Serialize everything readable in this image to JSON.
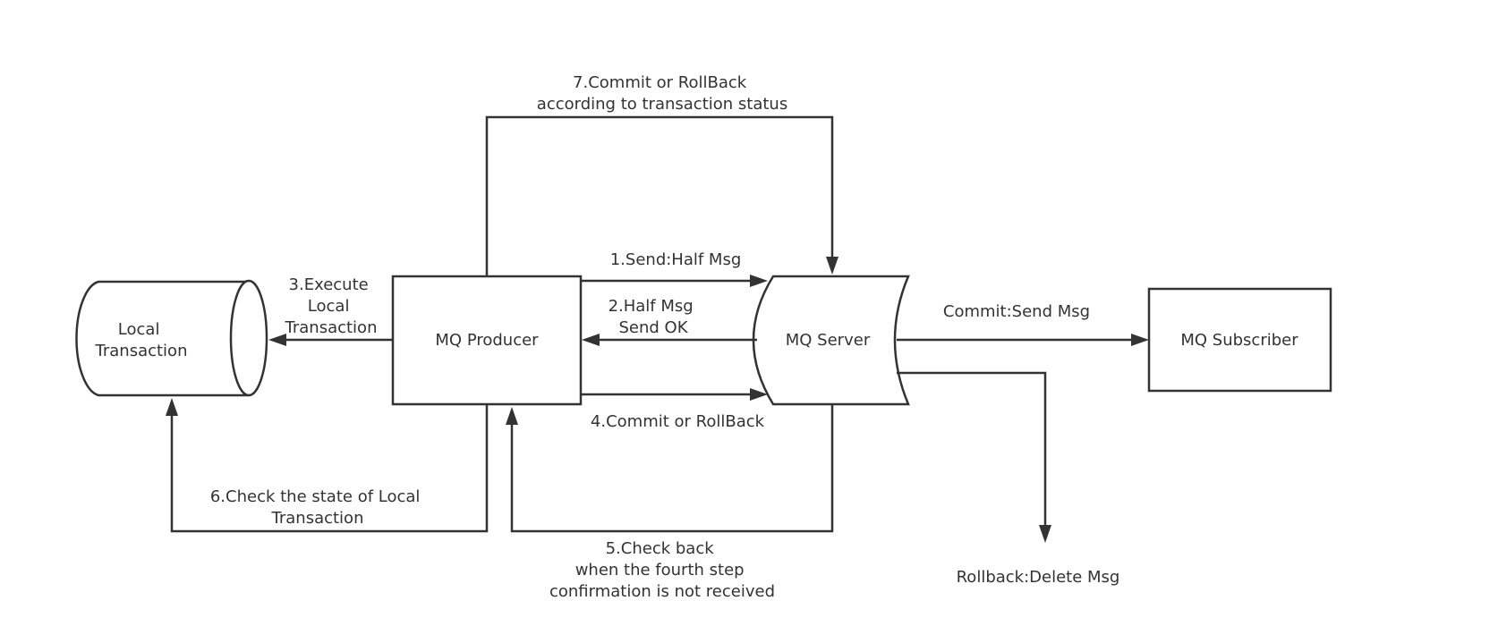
{
  "nodes": {
    "local_transaction": [
      "Local",
      "Transaction"
    ],
    "mq_producer": "MQ Producer",
    "mq_server": "MQ Server",
    "mq_subscriber": "MQ Subscriber"
  },
  "edges": {
    "step1": "1.Send:Half Msg",
    "step2": [
      "2.Half Msg",
      "Send OK"
    ],
    "step3": [
      "3.Execute",
      "Local",
      "Transaction"
    ],
    "step4": "4.Commit or RollBack",
    "step5": [
      "5.Check back",
      "when the fourth step",
      "confirmation is not received"
    ],
    "step6": [
      "6.Check the state of Local",
      "Transaction"
    ],
    "step7": [
      "7.Commit or RollBack",
      "according to transaction status"
    ],
    "commit": "Commit:Send Msg",
    "rollback": "Rollback:Delete Msg"
  },
  "colors": {
    "stroke": "#333333",
    "background": "#ffffff"
  }
}
